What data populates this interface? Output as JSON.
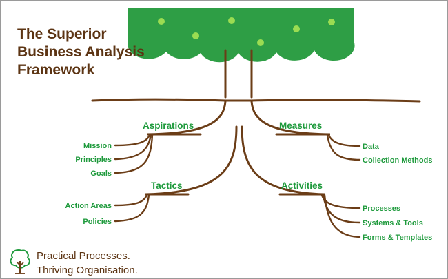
{
  "title_lines": [
    "The Superior",
    "Business Analysis",
    "Framework"
  ],
  "tagline_lines": [
    "Practical Processes.",
    "Thriving Organisation."
  ],
  "icons": {
    "tree_logo": "tree-icon",
    "canopy": "tree-canopy"
  },
  "colors": {
    "canopy": "#2e9e45",
    "fruit": "#9bdc52",
    "trunk": "#6b3d17",
    "title_text": "#5c3413",
    "label_text": "#1e9a3c"
  },
  "categories": {
    "aspirations": {
      "label": "Aspirations",
      "items": [
        "Mission",
        "Principles",
        "Goals"
      ]
    },
    "measures": {
      "label": "Measures",
      "items": [
        "Data",
        "Collection Methods"
      ]
    },
    "tactics": {
      "label": "Tactics",
      "items": [
        "Action Areas",
        "Policies"
      ]
    },
    "activities": {
      "label": "Activities",
      "items": [
        "Processes",
        "Systems & Tools",
        "Forms & Templates"
      ]
    }
  }
}
